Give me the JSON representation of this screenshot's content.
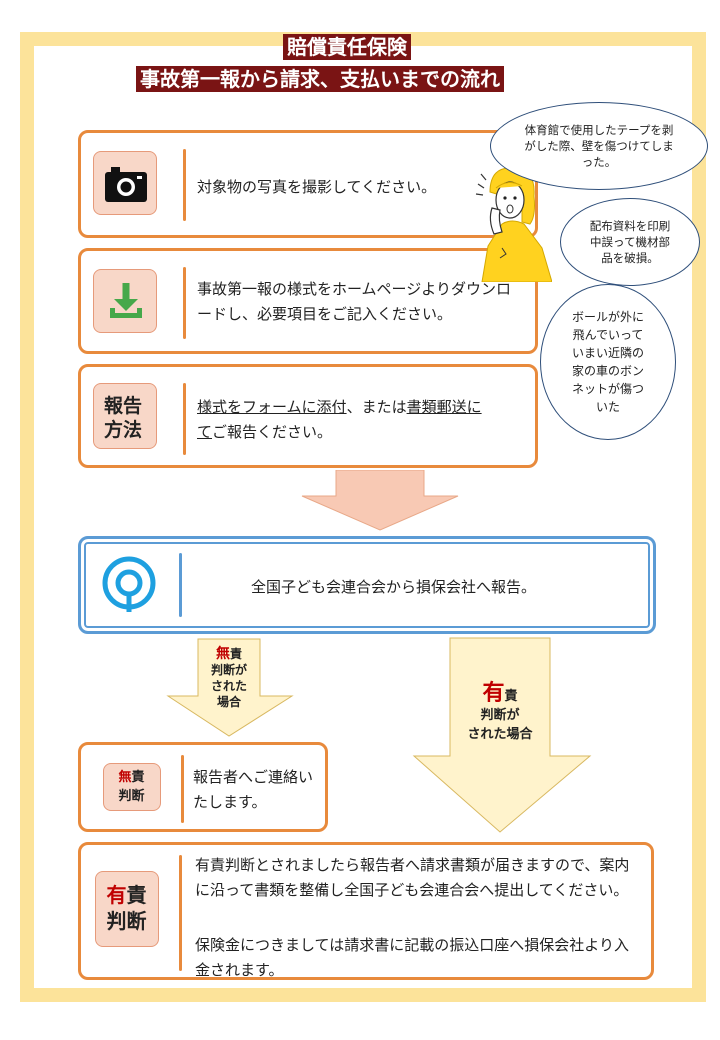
{
  "title": {
    "line1": "賠償責任保険",
    "line2": "事故第一報から請求、支払いまでの流れ"
  },
  "steps": {
    "photo": {
      "text": "対象物の写真を撮影してください。",
      "icon": "camera-icon"
    },
    "download": {
      "text": "事故第一報の様式をホームページよりダウンロードし、必要項目をご記入ください。",
      "icon": "download-icon"
    },
    "report": {
      "label_line1": "報告",
      "label_line2": "方法",
      "link1": "様式をフォームに添付",
      "sep": "、または",
      "link2": "書類郵送に",
      "link2_cont": "て",
      "tail": "ご報告ください。"
    }
  },
  "association": {
    "text": "全国子ども会連合会から損保会社へ報告。",
    "icon": "association-logo-icon"
  },
  "arrows": {
    "no_fault": {
      "mark": "無",
      "rest": "責",
      "line2": "判断が",
      "line3": "された",
      "line4": "場合"
    },
    "fault": {
      "mark": "有",
      "rest": "責",
      "line2": "判断が",
      "line3": "された場合"
    }
  },
  "no_fault_result": {
    "label_mark": "無",
    "label_rest": "責",
    "label_line2": "判断",
    "text": "報告者へご連絡いたします。"
  },
  "fault_result": {
    "label_mark": "有",
    "label_rest": "責",
    "label_line2": "判断",
    "para1": "有責判断とされましたら報告者へ請求書類が届きますので、案内に沿って書類を整備し全国子ども会連合会へ提出してください。",
    "para2": "保険金につきましては請求書に記載の振込口座へ損保会社より入金されます。"
  },
  "bubbles": [
    "体育館で使用したテープを剥がした際、壁を傷つけてしまった。",
    "配布資料を印刷中誤って機材部品を破損。",
    "ボールが外に飛んでいっていまい近隣の家の車のボンネットが傷ついた"
  ],
  "colors": {
    "accent": "#e88a3c",
    "frame": "#fce39a",
    "title_bg": "#7a1414",
    "blue": "#5b9bd5",
    "red": "#c00000"
  }
}
